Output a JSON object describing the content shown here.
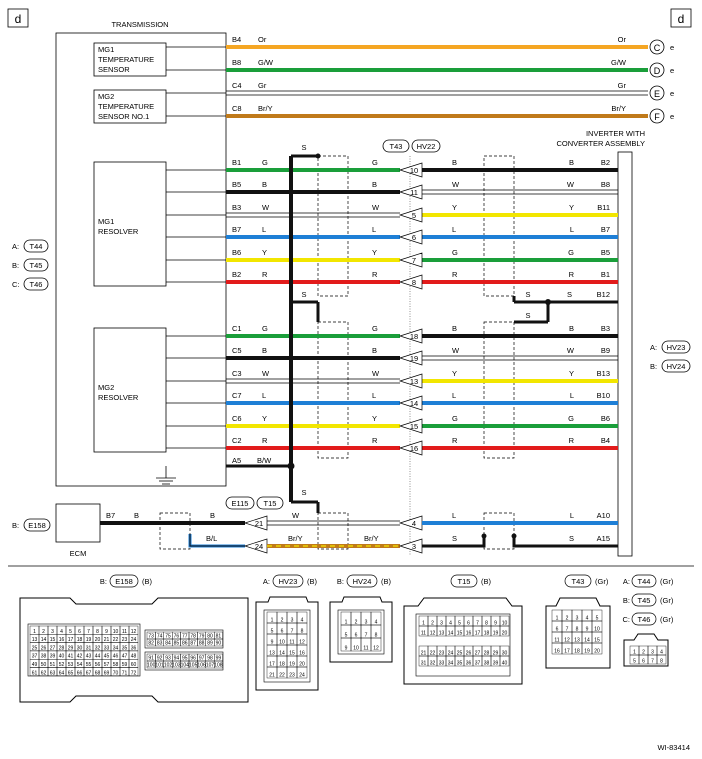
{
  "page_marks": {
    "left_ref": "d",
    "right_ref": "d",
    "figure_id": "WI-83414"
  },
  "transmission": {
    "title": "TRANSMISSION",
    "mg1_temp_sensor": [
      "MG1",
      "TEMPERATURE",
      "SENSOR"
    ],
    "mg2_temp_sensor": [
      "MG2",
      "TEMPERATURE",
      "SENSOR NO.1"
    ],
    "mg1_resolver": [
      "MG1",
      "RESOLVER"
    ],
    "mg2_resolver": [
      "MG2",
      "RESOLVER"
    ]
  },
  "inverter": {
    "label": [
      "INVERTER WITH",
      "CONVERTER ASSEMBLY"
    ]
  },
  "ecm": {
    "label": "ECM"
  },
  "connector_refs": {
    "left": [
      {
        "prefix": "A:",
        "code": "T44"
      },
      {
        "prefix": "B:",
        "code": "T45"
      },
      {
        "prefix": "C:",
        "code": "T46"
      }
    ],
    "right": [
      {
        "prefix": "A:",
        "code": "HV23"
      },
      {
        "prefix": "B:",
        "code": "HV24"
      }
    ],
    "ecm": {
      "prefix": "B:",
      "code": "E158"
    },
    "top_junction": [
      "T43",
      "HV22"
    ],
    "bottom_junction": [
      "E115",
      "T15"
    ]
  },
  "offpage": [
    {
      "pin": "B4",
      "color": "Or",
      "letter": "C",
      "suffix": "e",
      "hex": "#f5a623"
    },
    {
      "pin": "B8",
      "color": "G/W",
      "letter": "D",
      "suffix": "e",
      "hex": "#1a9e3a"
    },
    {
      "pin": "C4",
      "color": "Gr",
      "letter": "E",
      "suffix": "e",
      "hex": "#aaaaaa"
    },
    {
      "pin": "C8",
      "color": "Br/Y",
      "letter": "F",
      "suffix": "e",
      "hex": "#c07a1a"
    }
  ],
  "shield_label": "S",
  "resolver_wires": [
    {
      "lpin": "B1",
      "lc": "G",
      "lhex": "#1a9e3a",
      "cpin": "10",
      "rc": "B",
      "rhex": "#111111",
      "rpin": "B2"
    },
    {
      "lpin": "B5",
      "lc": "B",
      "lhex": "#111111",
      "cpin": "11",
      "rc": "W",
      "rhex": "#ffffff",
      "rpin": "B8"
    },
    {
      "lpin": "B3",
      "lc": "W",
      "lhex": "#ffffff",
      "cpin": "5",
      "rc": "Y",
      "rhex": "#f2e600",
      "rpin": "B11"
    },
    {
      "lpin": "B7",
      "lc": "L",
      "lhex": "#1e7fd6",
      "cpin": "6",
      "rc": "L",
      "rhex": "#1e7fd6",
      "rpin": "B7"
    },
    {
      "lpin": "B6",
      "lc": "Y",
      "lhex": "#f2e600",
      "cpin": "7",
      "rc": "G",
      "rhex": "#1a9e3a",
      "rpin": "B5"
    },
    {
      "lpin": "B2",
      "lc": "R",
      "lhex": "#e21b1b",
      "cpin": "8",
      "rc": "R",
      "rhex": "#e21b1b",
      "rpin": "B1"
    },
    {
      "lpin": "C1",
      "lc": "G",
      "lhex": "#1a9e3a",
      "cpin": "18",
      "rc": "B",
      "rhex": "#111111",
      "rpin": "B3"
    },
    {
      "lpin": "C5",
      "lc": "B",
      "lhex": "#111111",
      "cpin": "19",
      "rc": "W",
      "rhex": "#ffffff",
      "rpin": "B9"
    },
    {
      "lpin": "C3",
      "lc": "W",
      "lhex": "#ffffff",
      "cpin": "13",
      "rc": "Y",
      "rhex": "#f2e600",
      "rpin": "B13"
    },
    {
      "lpin": "C7",
      "lc": "L",
      "lhex": "#1e7fd6",
      "cpin": "14",
      "rc": "L",
      "rhex": "#1e7fd6",
      "rpin": "B10"
    },
    {
      "lpin": "C6",
      "lc": "Y",
      "lhex": "#f2e600",
      "cpin": "15",
      "rc": "G",
      "rhex": "#1a9e3a",
      "rpin": "B6"
    },
    {
      "lpin": "C2",
      "lc": "R",
      "lhex": "#e21b1b",
      "cpin": "16",
      "rc": "R",
      "rhex": "#e21b1b",
      "rpin": "B4"
    }
  ],
  "ground": {
    "pin": "A5",
    "color": "B/W"
  },
  "b12": {
    "pin": "B12",
    "color": "S"
  },
  "ecm_wires": [
    {
      "epin": "B7",
      "ec1": "B",
      "ec2": "B",
      "jpin": "21",
      "mc": "W",
      "mc2": "",
      "ipin": "4",
      "rc": "L",
      "rc2": "L",
      "rpin": "A10",
      "rhex": "#1e7fd6"
    },
    {
      "epin": "",
      "ec1": "B/L",
      "ec2": "",
      "jpin": "24",
      "mc": "Br/Y",
      "mc2": "Br/Y",
      "ipin": "3",
      "rc": "S",
      "rc2": "S",
      "rpin": "A15",
      "rhex": "#111111"
    }
  ],
  "connector_views": [
    {
      "prefix": "B:",
      "code": "E158",
      "tail": "(B)"
    },
    {
      "prefix": "A:",
      "code": "HV23",
      "tail": "(B)"
    },
    {
      "prefix": "B:",
      "code": "HV24",
      "tail": "(B)"
    },
    {
      "prefix": "",
      "code": "T15",
      "tail": "(B)"
    },
    {
      "prefix": "",
      "code": "T43",
      "tail": "(Gr)"
    }
  ],
  "connector_views_right": [
    {
      "prefix": "A:",
      "code": "T44",
      "tail": "(Gr)"
    },
    {
      "prefix": "B:",
      "code": "T45",
      "tail": "(Gr)"
    },
    {
      "prefix": "C:",
      "code": "T46",
      "tail": "(Gr)"
    }
  ]
}
